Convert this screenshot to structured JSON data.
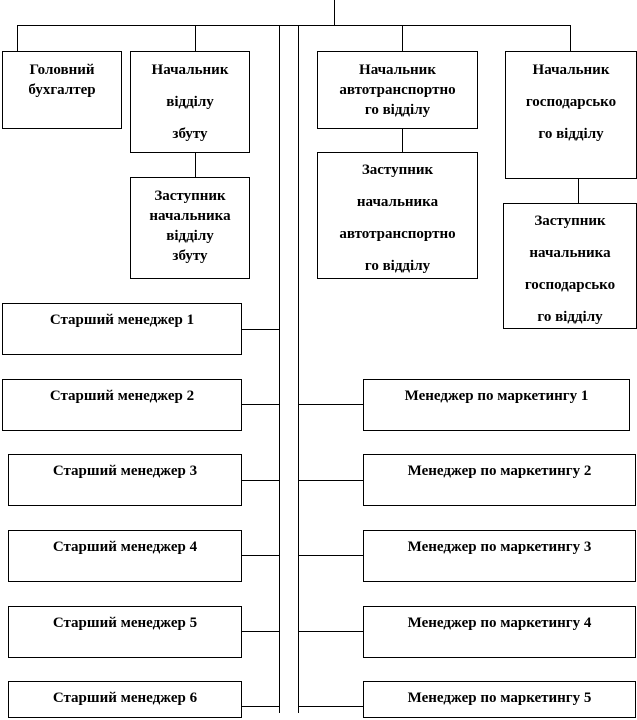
{
  "top_units": {
    "chief_accountant": [
      "Головний",
      "бухгалтер"
    ],
    "sales_head": [
      "Начальник",
      "відділу",
      "збуту"
    ],
    "sales_deputy": [
      "Заступник",
      "начальника",
      "відділу",
      "збуту"
    ],
    "transport_head": [
      "Начальник",
      "автотранспортно",
      "го відділу"
    ],
    "transport_deputy": [
      "Заступник",
      "начальника",
      "автотранспортно",
      "го відділу"
    ],
    "household_head": [
      "Начальник",
      "господарсько",
      "го відділу"
    ],
    "household_deputy": [
      "Заступник",
      "начальника",
      "господарсько",
      "го відділу"
    ]
  },
  "senior_managers": [
    "Старший менеджер 1",
    "Старший менеджер 2",
    "Старший менеджер 3",
    "Старший менеджер 4",
    "Старший менеджер 5",
    "Старший менеджер 6"
  ],
  "marketing_managers": [
    "Менеджер по маркетингу 1",
    "Менеджер по маркетингу 2",
    "Менеджер по маркетингу 3",
    "Менеджер по маркетингу 4",
    "Менеджер по маркетингу 5"
  ]
}
